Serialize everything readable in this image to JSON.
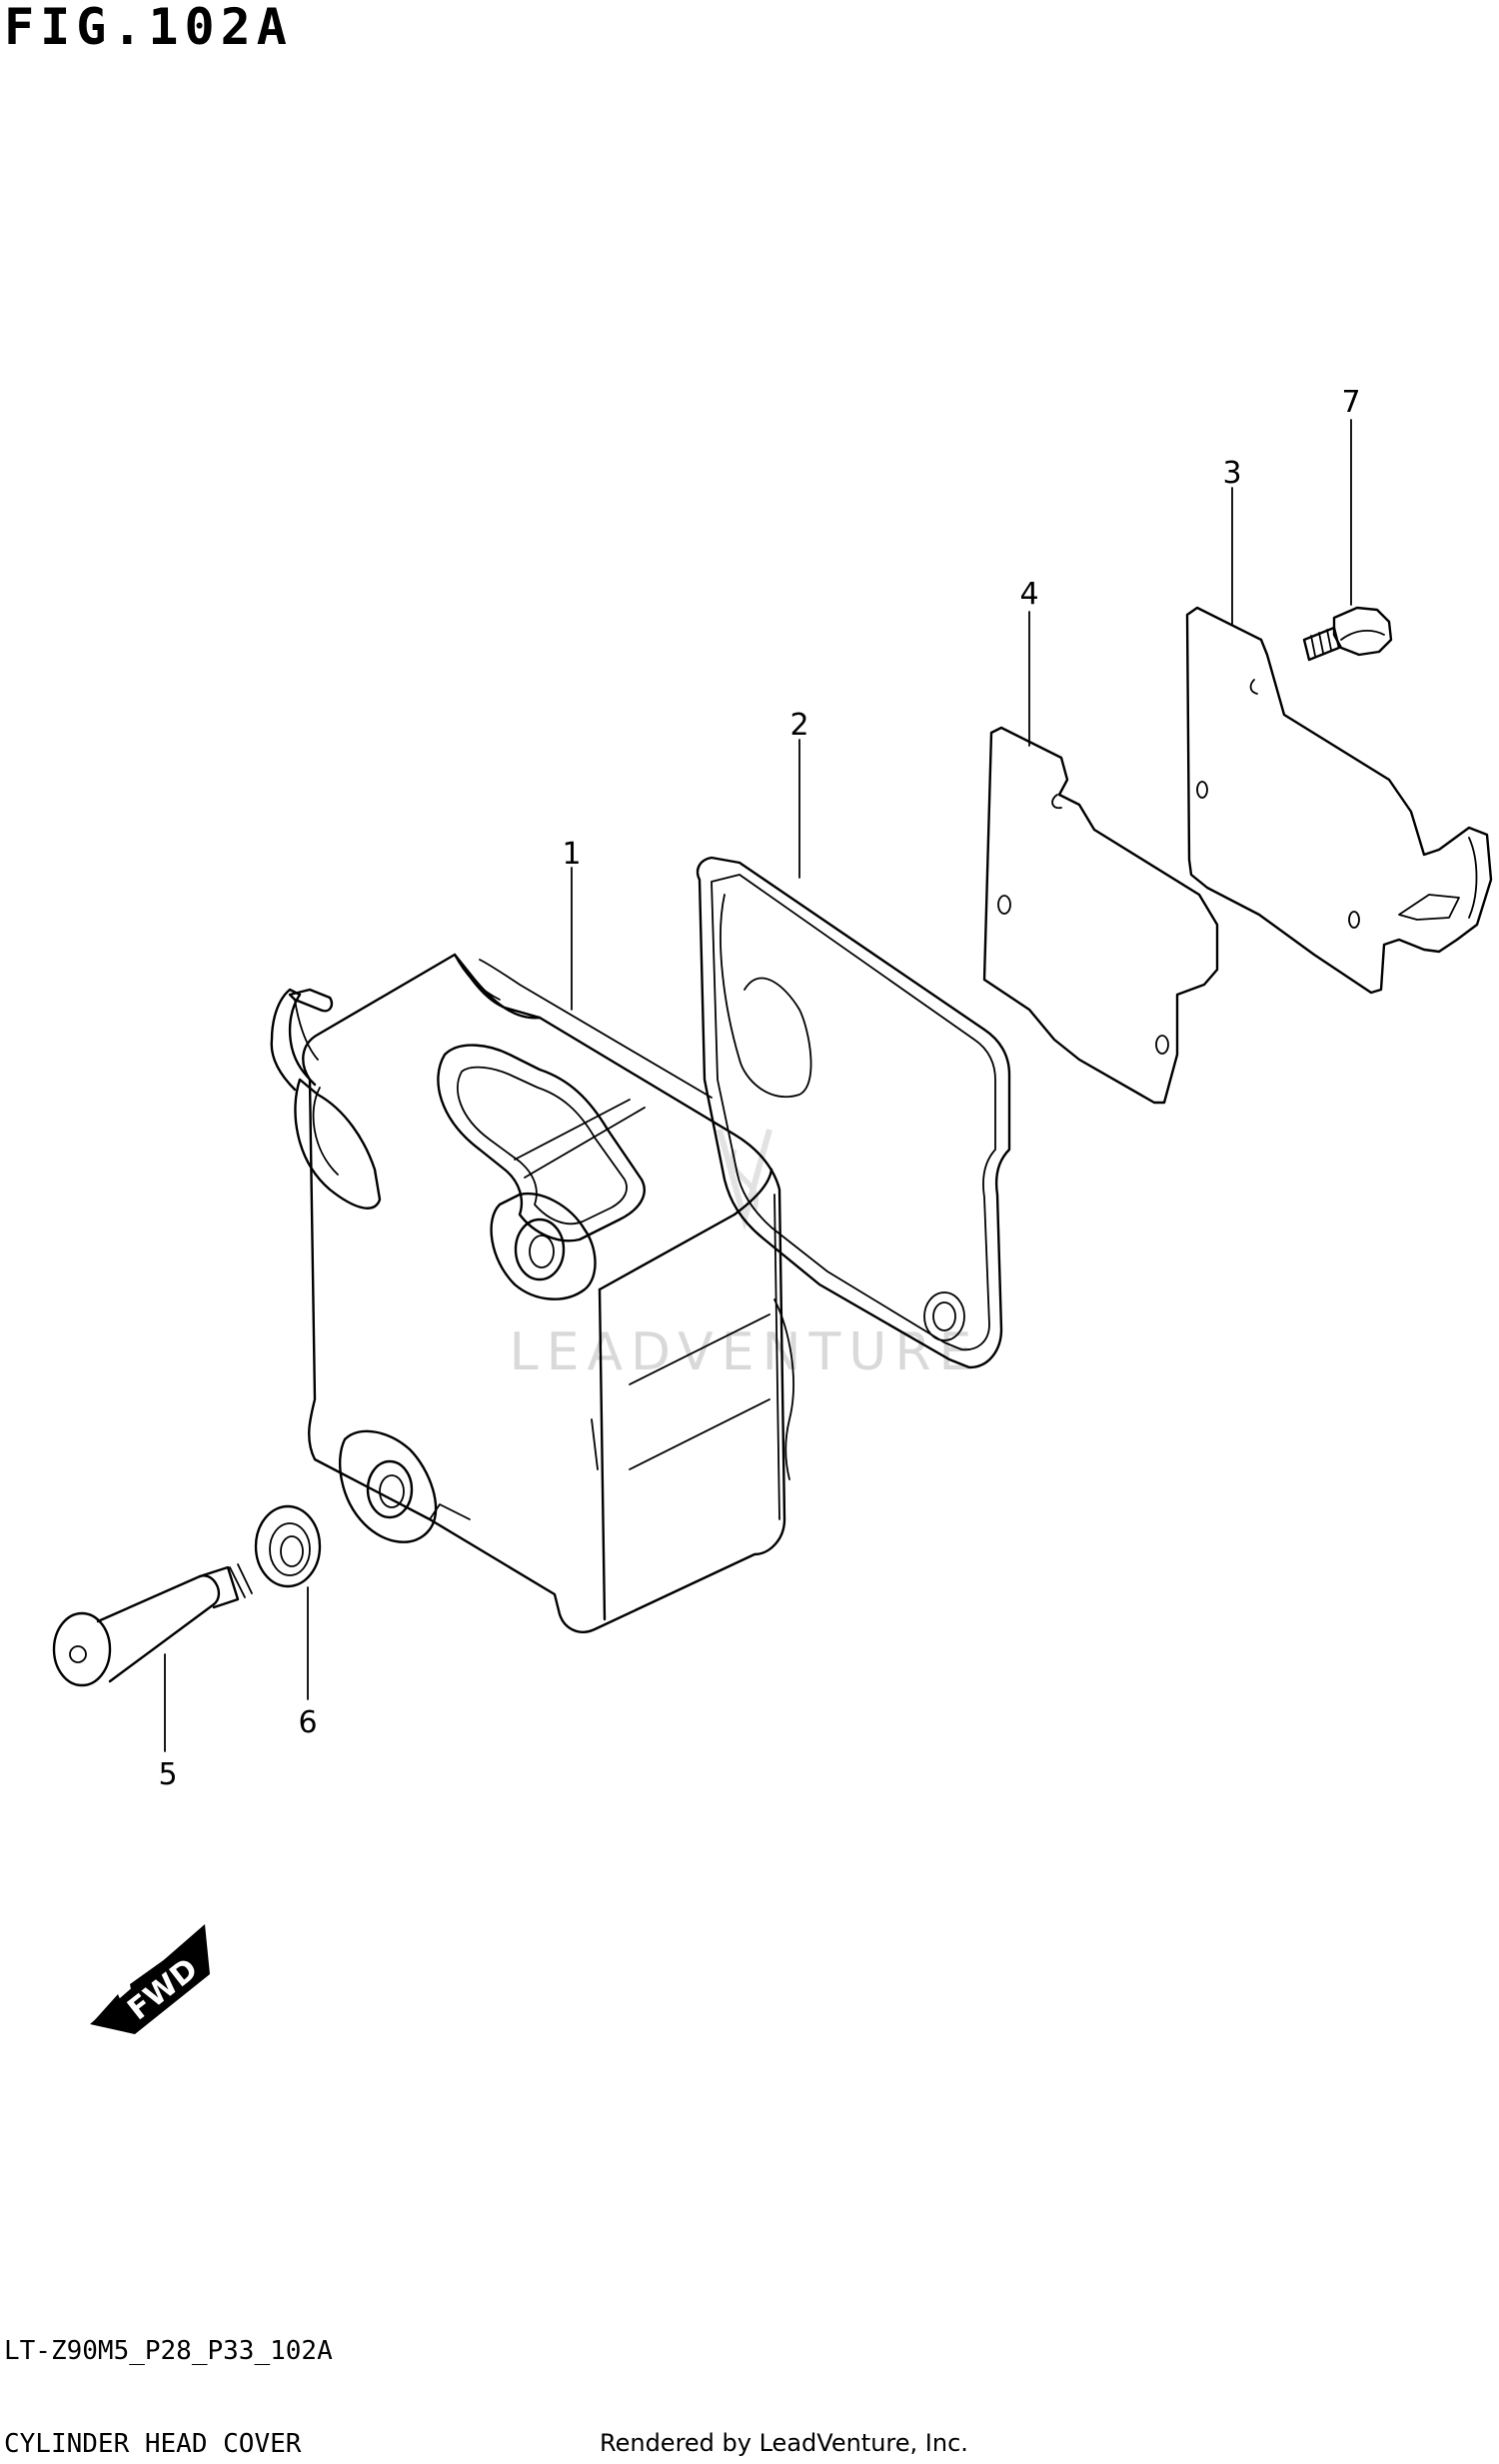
{
  "figure": {
    "title": "FIG.102A",
    "code": "LT-Z90M5_P28_P33_102A",
    "section": "CYLINDER HEAD COVER",
    "credit": "Rendered by LeadVenture, Inc."
  },
  "callouts": [
    {
      "id": "1",
      "label": "1"
    },
    {
      "id": "2",
      "label": "2"
    },
    {
      "id": "3",
      "label": "3"
    },
    {
      "id": "4",
      "label": "4"
    },
    {
      "id": "5",
      "label": "5"
    },
    {
      "id": "6",
      "label": "6"
    },
    {
      "id": "7",
      "label": "7"
    }
  ],
  "direction_badge": {
    "label": "FWD"
  },
  "watermark": {
    "text": "LEADVENTURE"
  },
  "colors": {
    "line": "#000000",
    "background": "#ffffff",
    "watermark": "#d9d9d9"
  }
}
